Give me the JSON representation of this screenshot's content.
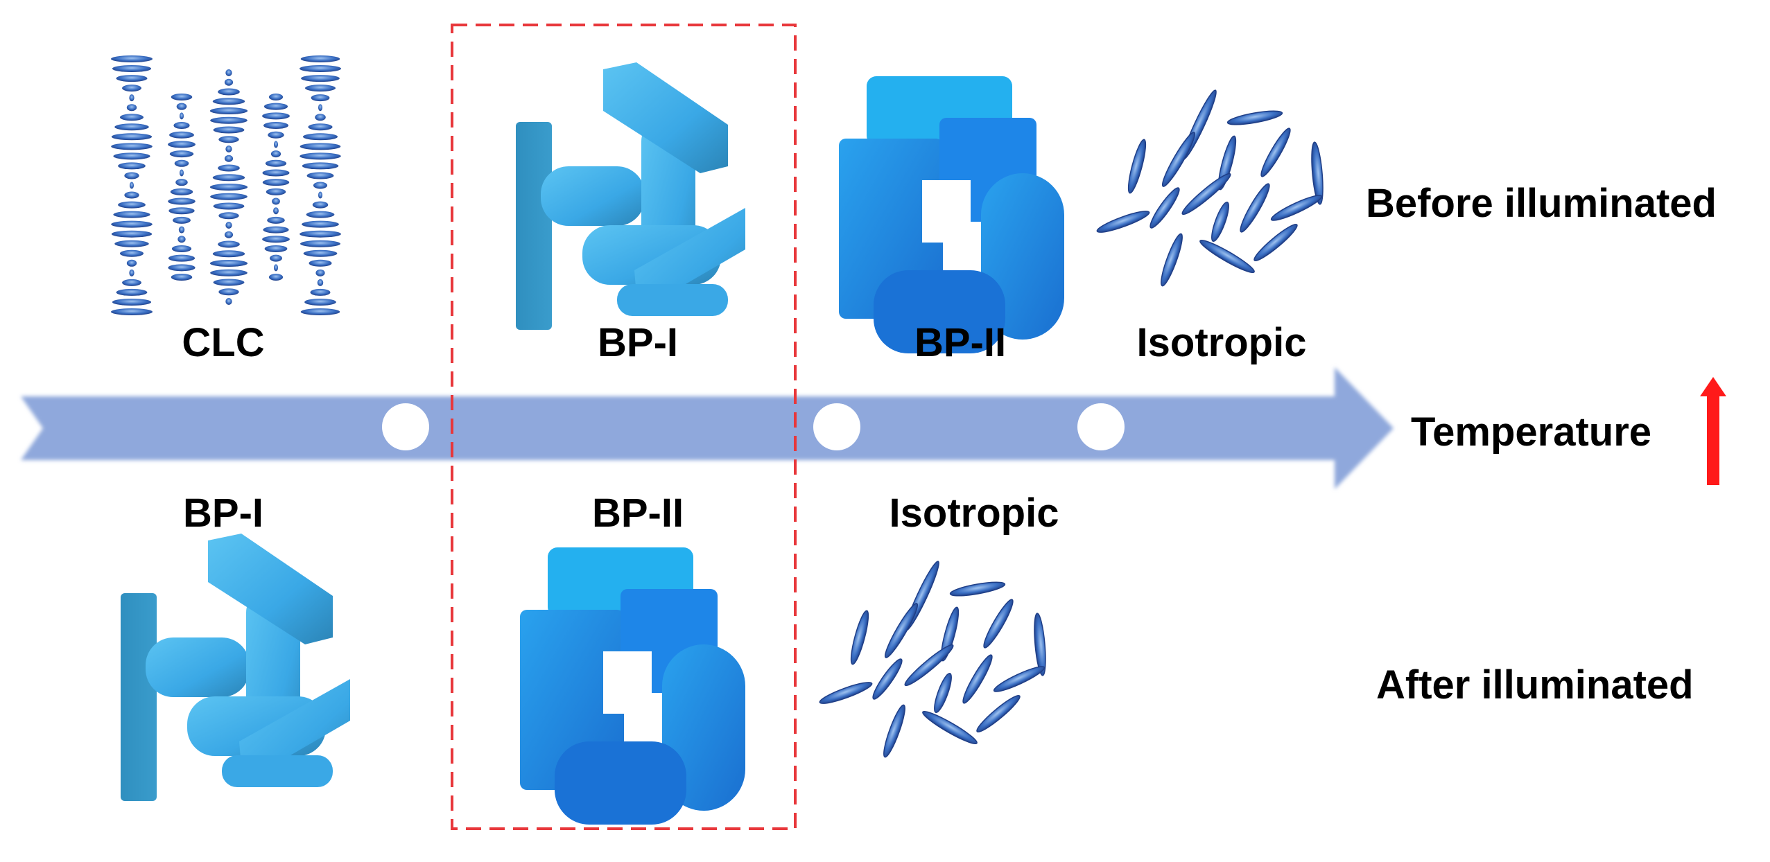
{
  "labels": {
    "before_row": [
      "CLC",
      "BP-I",
      "BP-II",
      "Isotropic"
    ],
    "after_row": [
      "BP-I",
      "BP-II",
      "Isotropic"
    ],
    "before_illuminated": "Before illuminated",
    "after_illuminated": "After illuminated",
    "temperature": "Temperature"
  },
  "colors": {
    "timeline_arrow": "#8fa8dc",
    "transition_marker": "#ffffff",
    "highlight_box": "#e8373b",
    "temperature_arrow": "#ff1a1a",
    "bp1_structure": "#3aa8e6",
    "bp1_shadow": "#2b84b6",
    "bp2_structure": "#1e86e8",
    "bp2_top": "#24b0ef",
    "molecule": "#3a6fc4",
    "molecule_dark": "#1f3e86"
  },
  "icons": {
    "clc": "cholesteric-helix-icon",
    "bp1": "blue-phase-1-cylinder-lattice-icon",
    "bp2": "blue-phase-2-cube-icon",
    "isotropic": "random-rod-molecules-icon",
    "temperature": "up-arrow-icon"
  }
}
